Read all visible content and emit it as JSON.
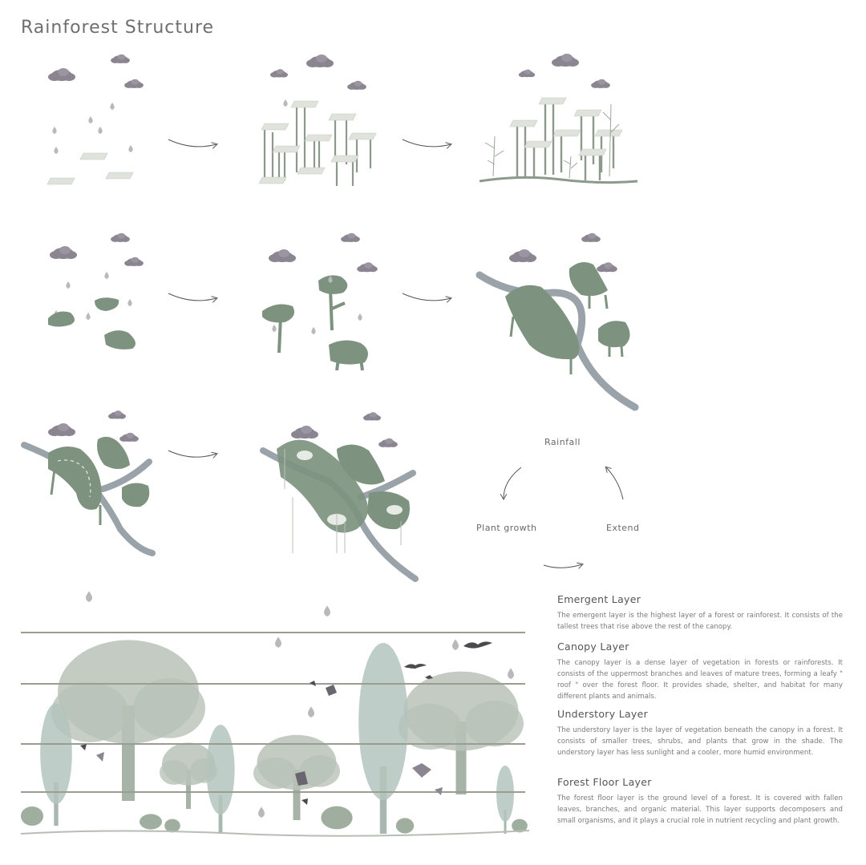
{
  "title": "Rainforest Structure",
  "cycle": {
    "rainfall": "Rainfall",
    "plant_growth": "Plant growth",
    "extend": "Extend"
  },
  "layers": [
    {
      "heading": "Emergent Layer",
      "text": "The emergent layer is the highest layer of a forest or rainforest. It consists of the tallest trees that rise above the rest of the canopy."
    },
    {
      "heading": "Canopy Layer",
      "text": "The canopy layer is a dense layer of vegetation in forests or rainforests. It consists of the uppermost branches and leaves of mature trees, forming a leafy \" roof \" over the forest floor. It provides shade, shelter, and habitat for many different plants and animals."
    },
    {
      "heading": "Understory Layer",
      "text": "The understory layer is the layer of vegetation beneath the canopy in a forest. It consists of smaller trees, shrubs, and plants that grow in the shade. The understory layer has less sunlight and a cooler, more humid environment."
    },
    {
      "heading": "Forest Floor Layer",
      "text": "The forest floor layer is the ground level of a forest. It is covered with fallen leaves, branches, and organic material. This layer supports decomposers and small organisms, and it plays a crucial role in nutrient recycling and plant growth."
    }
  ],
  "colors": {
    "cloud": "#8a8590",
    "drop": "#b9b9bd",
    "leaf": "#7d927f",
    "river": "#9aa3aa",
    "tree": "#a8b3a8",
    "stem": "#8c9a8c",
    "plate": "#dfe3dc",
    "line": "#9a9e92"
  }
}
